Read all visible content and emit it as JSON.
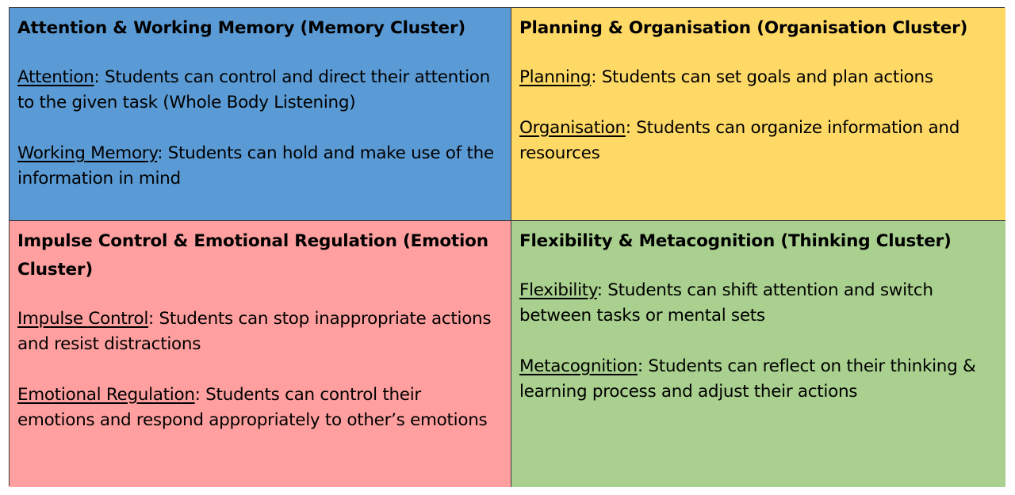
{
  "colors": {
    "memory": "#5b9bd5",
    "organisation": "#ffd966",
    "emotion": "#ff9f9f",
    "thinking": "#a9d08e",
    "border": "#3d3d3d"
  },
  "quadrants": [
    {
      "title": "Attention & Working Memory (Memory Cluster)",
      "items": [
        {
          "term": "Attention",
          "text": ": Students can control and direct their attention to the given task (Whole Body Listening)"
        },
        {
          "term": "Working Memory",
          "text": ": Students can hold and make use of the information in mind"
        }
      ]
    },
    {
      "title": "Planning & Organisation (Organisation Cluster)",
      "items": [
        {
          "term": "Planning",
          "text": ": Students can set goals and plan actions"
        },
        {
          "term": "Organisation",
          "text": ": Students can organize information and resources"
        }
      ]
    },
    {
      "title": "Impulse Control & Emotional Regulation (Emotion Cluster)",
      "items": [
        {
          "term": "Impulse Control",
          "text": ": Students can stop inappropriate actions and resist distractions"
        },
        {
          "term": "Emotional Regulation",
          "text": ": Students can control their emotions and respond appropriately to other’s emotions"
        }
      ]
    },
    {
      "title": "Flexibility & Metacognition (Thinking Cluster)",
      "items": [
        {
          "term": "Flexibility",
          "text": ": Students can shift attention and switch between tasks or mental sets"
        },
        {
          "term": "Metacognition",
          "text": ": Students can reflect on their thinking & learning process and adjust their actions"
        }
      ]
    }
  ]
}
